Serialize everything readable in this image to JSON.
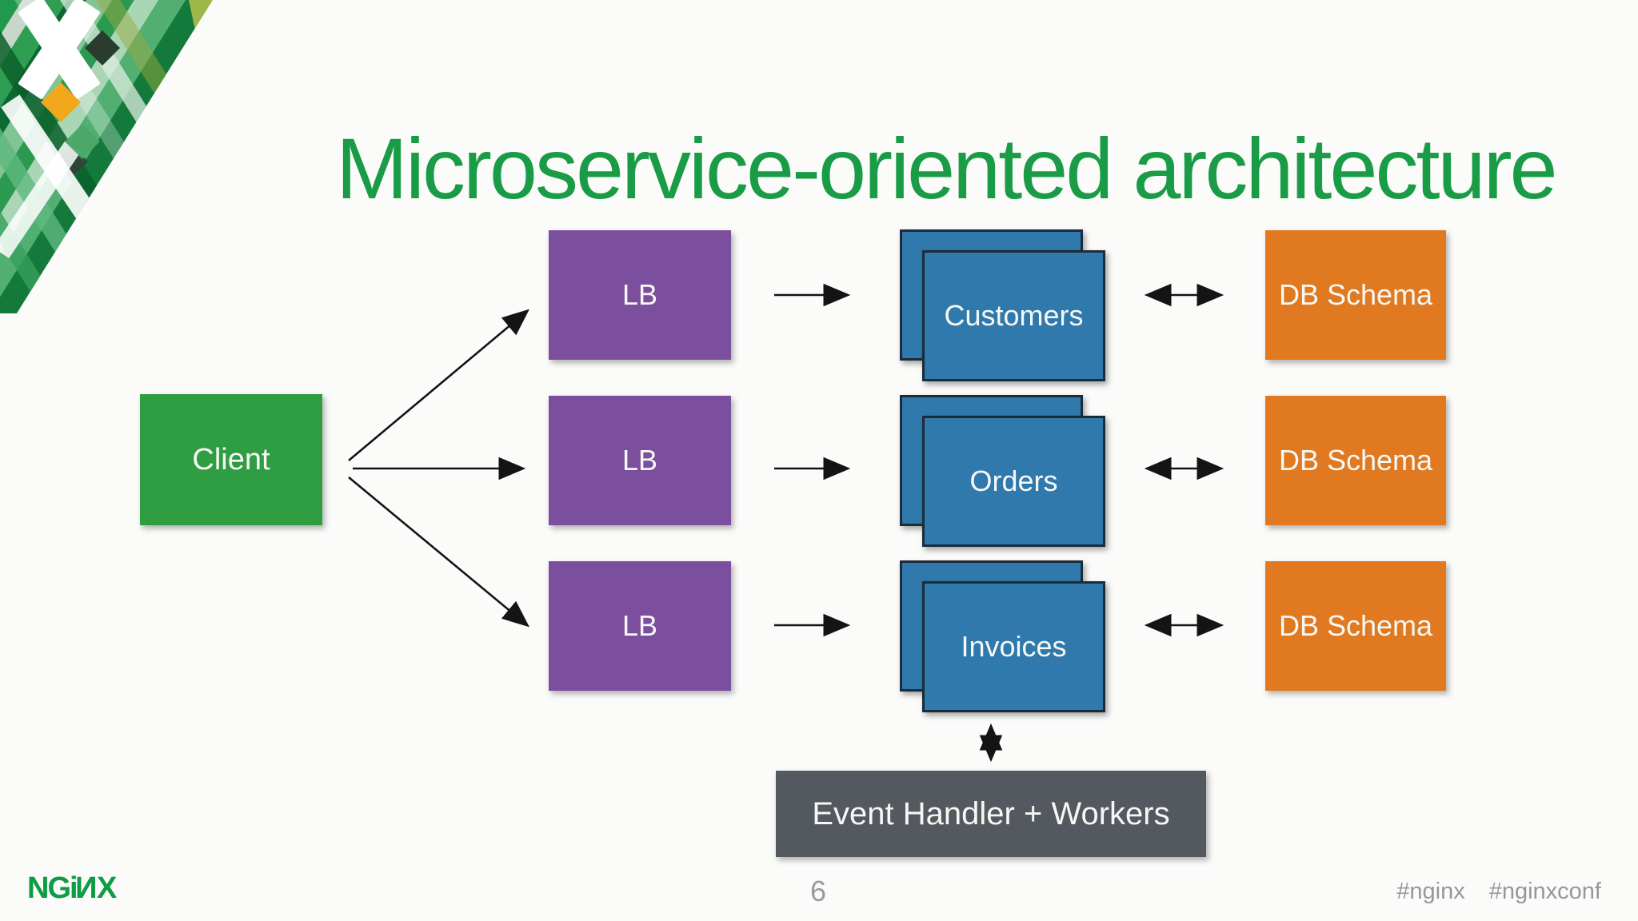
{
  "slide": {
    "title": "Microservice-oriented architecture",
    "page_number": "6",
    "hashtags": [
      "#nginx",
      "#nginxconf"
    ],
    "logo_letters": [
      "N",
      "G",
      "i",
      "N",
      "X"
    ]
  },
  "diagram": {
    "client": {
      "label": "Client"
    },
    "load_balancers": [
      {
        "label": "LB"
      },
      {
        "label": "LB"
      },
      {
        "label": "LB"
      }
    ],
    "services": [
      {
        "label": "Customers",
        "instances": 2
      },
      {
        "label": "Orders",
        "instances": 2
      },
      {
        "label": "Invoices",
        "instances": 2
      }
    ],
    "db_schemas": [
      {
        "label": "DB Schema"
      },
      {
        "label": "DB Schema"
      },
      {
        "label": "DB Schema"
      }
    ],
    "event_handler": {
      "label": "Event Handler + Workers"
    },
    "connections": [
      {
        "from": "Client",
        "to": "LB-1",
        "bidirectional": false
      },
      {
        "from": "Client",
        "to": "LB-2",
        "bidirectional": false
      },
      {
        "from": "Client",
        "to": "LB-3",
        "bidirectional": false
      },
      {
        "from": "LB-1",
        "to": "Customers",
        "bidirectional": false
      },
      {
        "from": "LB-2",
        "to": "Orders",
        "bidirectional": false
      },
      {
        "from": "LB-3",
        "to": "Invoices",
        "bidirectional": false
      },
      {
        "from": "Customers",
        "to": "DB Schema 1",
        "bidirectional": true
      },
      {
        "from": "Orders",
        "to": "DB Schema 2",
        "bidirectional": true
      },
      {
        "from": "Invoices",
        "to": "DB Schema 3",
        "bidirectional": true
      },
      {
        "from": "Invoices",
        "to": "Event Handler + Workers",
        "bidirectional": true
      }
    ]
  },
  "colors": {
    "title_green": "#1a9c47",
    "client_green": "#2f9e43",
    "lb_purple": "#7b4f9d",
    "service_blue": "#3079ac",
    "service_border": "#1c2b39",
    "db_orange": "#e0791f",
    "event_gray": "#54585f",
    "footer_text_gray": "#97979b",
    "logo_green": "#0c9c43",
    "arrow_black": "#141414"
  }
}
